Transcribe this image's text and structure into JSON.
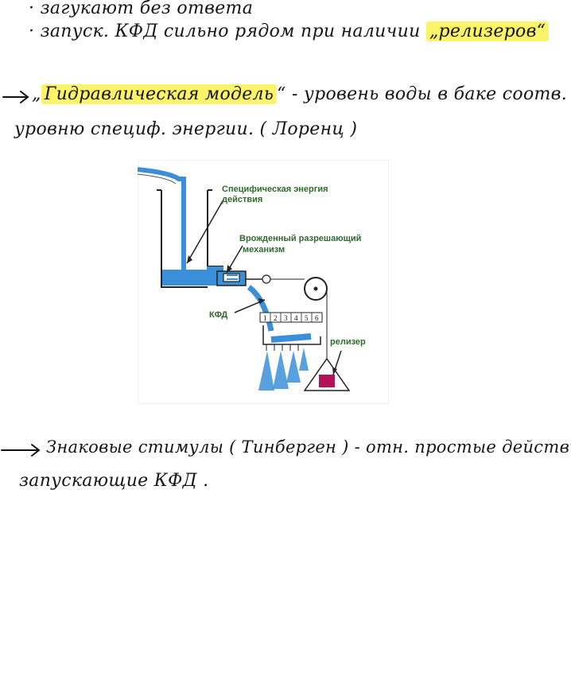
{
  "notes": {
    "line1": "· загукают без ответа",
    "line2_pre": "· запуск. КФД сильно рядом при наличии ",
    "line2_hl": "„релизеров“",
    "line3_quote": "„",
    "line3_hl": "Гидравлическая модель",
    "line3_post": "“ - уровень воды в баке соотв.",
    "line4": "уровню специф. энергии. ( Лоренц )",
    "line5": "Знаковые стимулы ( Тинберген ) - отн. простые действия",
    "line6": "запускающие КФД ."
  },
  "figure": {
    "label_energy_1": "Специфическая энергия",
    "label_energy_2": "действия",
    "label_mechanism_1": "Врожденный разрешающий",
    "label_mechanism_2": "механизм",
    "label_kfd": "КФД",
    "label_releaser": "релизер",
    "scale": [
      "1",
      "2",
      "3",
      "4",
      "5",
      "6"
    ],
    "colors": {
      "water": "#3b8fd9",
      "weight": "#b3125a",
      "label": "#2e6b2c",
      "highlight": "#fbf36a"
    }
  }
}
